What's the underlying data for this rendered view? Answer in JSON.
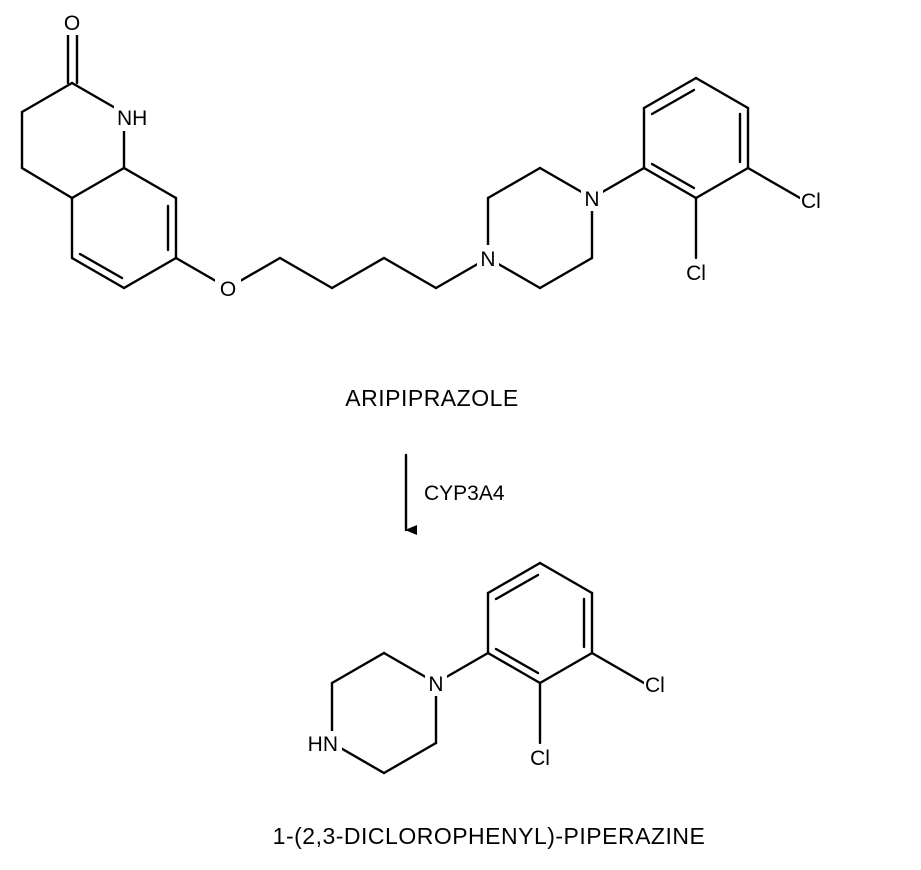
{
  "reactant": {
    "name": "ARIPIPRAZOLE",
    "atom_labels": {
      "carbonyl_o": "O",
      "lactam_nh": "NH",
      "ether_o": "O",
      "piperazine_n_chain": "N",
      "piperazine_n_aryl": "N",
      "cl_2": "Cl",
      "cl_3": "Cl"
    }
  },
  "reaction": {
    "enzyme": "CYP3A4"
  },
  "product": {
    "name": "1-(2,3-DICLOROPHENYL)-PIPERAZINE",
    "atom_labels": {
      "piperazine_nh": "HN",
      "piperazine_n_aryl": "N",
      "cl_2": "Cl",
      "cl_3": "Cl"
    }
  }
}
